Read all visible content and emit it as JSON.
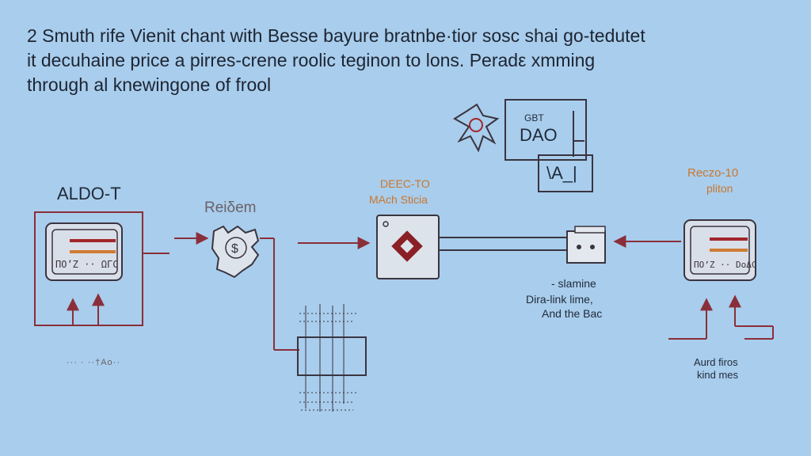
{
  "heading": {
    "line1": "2 Smuth rife Vienit chant with Besse bayure bratnbe·tior sosc shai go-tedutet",
    "line2": "it decuhaine price a pirres-crene roolic teginon to lons. Peradε xmming",
    "line3": "through al knewingone of frool"
  },
  "nodes": {
    "left_device": {
      "label": "ALDO-T",
      "screen_text": "ΠO’Ζ ·· ΩΓC",
      "caption": "··· · ··†Αo··"
    },
    "coin": {
      "label": "Reiδem",
      "symbol": "$"
    },
    "center_box": {
      "label_line1": "DEEC-TO",
      "label_line2": "MAch Sticia"
    },
    "dao": {
      "small": "GBT",
      "big": "DAO",
      "sub": "\\A_|"
    },
    "small_box": {
      "caption_line1": "- slamine",
      "caption_line2": "Dira-link lime,",
      "caption_line3": "And the Bac"
    },
    "right_device": {
      "label_line1": "Reczo-10",
      "label_line2": "pliton",
      "screen_text": "ΠO’Ζ ·· DoΔC",
      "caption_line1": "Aurd firos",
      "caption_line2": "kind mes"
    }
  },
  "colors": {
    "background": "#a9cdec",
    "line": "#8a2f3a",
    "box_stroke": "#3a3440",
    "accent_orange": "#d07b34",
    "accent_red": "#a3262b"
  }
}
